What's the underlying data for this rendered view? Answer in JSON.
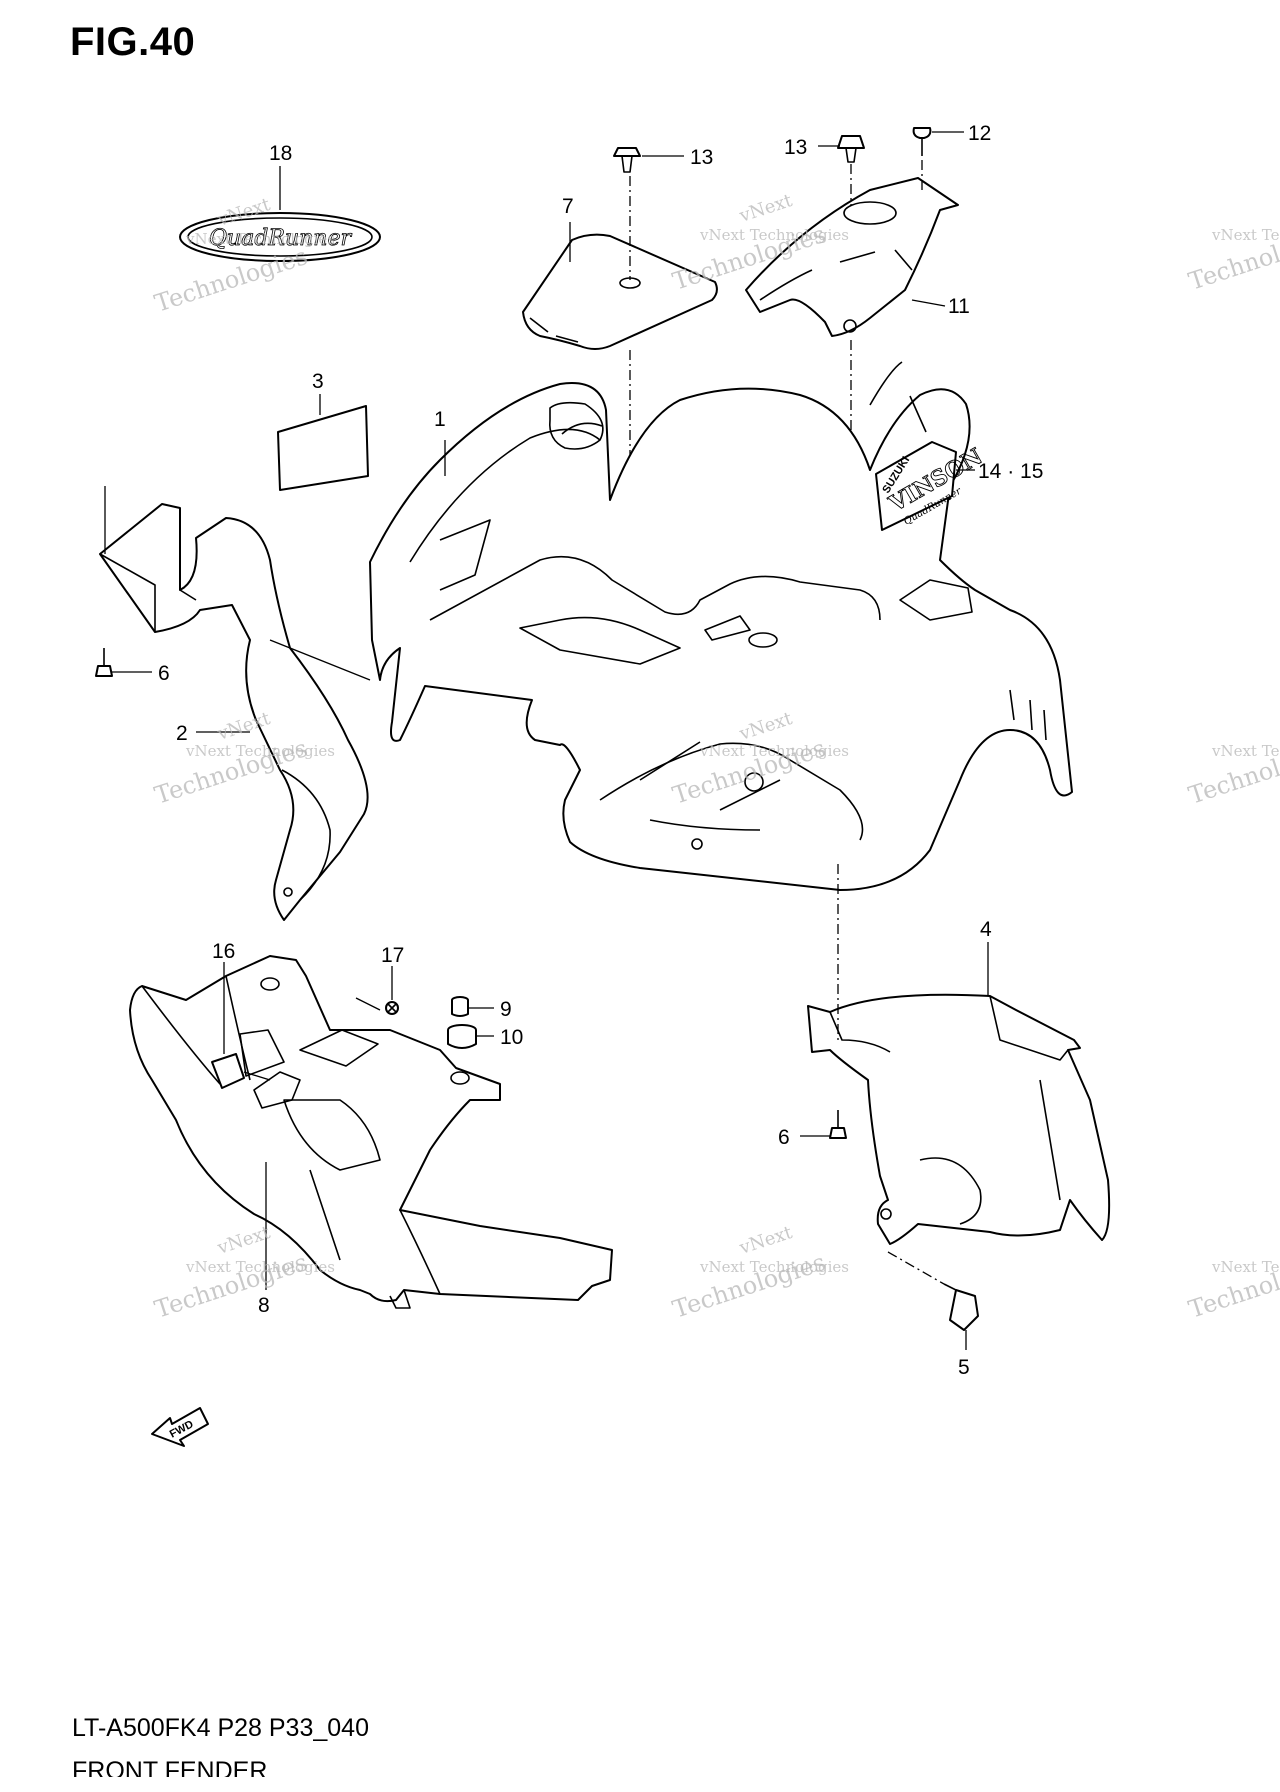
{
  "figure": {
    "title": "FIG.40",
    "model_code": "LT-A500FK4  P28  P33_040",
    "section_name": "FRONT FENDER"
  },
  "callouts": {
    "c1": "1",
    "c2": "2",
    "c3": "3",
    "c4": "4",
    "c5": "5",
    "c6a": "6",
    "c6b": "6",
    "c7": "7",
    "c8": "8",
    "c9": "9",
    "c10": "10",
    "c11": "11",
    "c12": "12",
    "c13a": "13",
    "c13b": "13",
    "c14_15": "14 · 15",
    "c16": "16",
    "c17": "17",
    "c18": "18"
  },
  "labels": {
    "emblem_text": "QuadRunner",
    "decal_brand": "SUZUKI",
    "decal_model": "VINSON",
    "decal_sub": "QuadRunner",
    "fwd_arrow": "FWD"
  },
  "watermark": {
    "line1": "vNext",
    "line2": "vNext Technologies",
    "line3": "Technologies"
  }
}
